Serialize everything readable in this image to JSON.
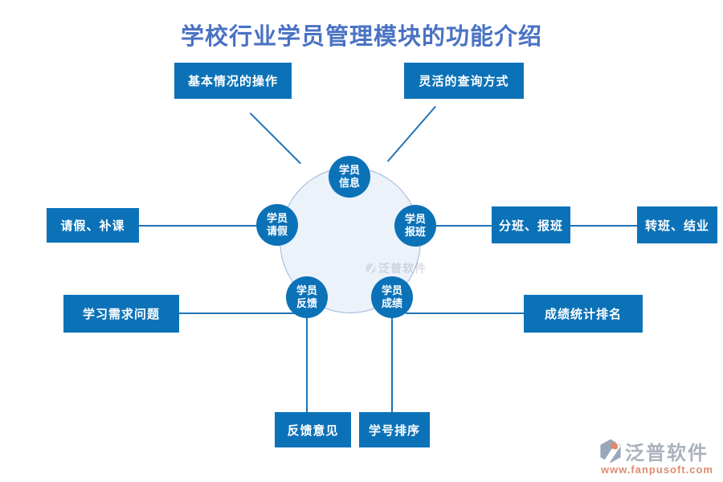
{
  "title": "学校行业学员管理模块的功能介绍",
  "diagram": {
    "hub_nodes": [
      {
        "id": "student-info",
        "line1": "学员",
        "line2": "信息"
      },
      {
        "id": "student-leave",
        "line1": "学员",
        "line2": "请假"
      },
      {
        "id": "student-class",
        "line1": "学员",
        "line2": "报班"
      },
      {
        "id": "student-feedback",
        "line1": "学员",
        "line2": "反馈"
      },
      {
        "id": "student-score",
        "line1": "学员",
        "line2": "成绩"
      }
    ],
    "feature_boxes": {
      "basic_ops": "基本情况的操作",
      "query": "灵活的查询方式",
      "leave_makeup": "请假、补课",
      "class_assign": "分班、报班",
      "transfer_grad": "转班、结业",
      "learning_needs": "学习需求问题",
      "score_rank": "成绩统计排名",
      "feedback_opinion": "反馈意见",
      "id_sort": "学号排序"
    },
    "center_watermark": "泛普软件"
  },
  "branding": {
    "name": "泛普软件",
    "url": "www.fanpusoft.com"
  },
  "colors": {
    "box_blue": "#0C72B8",
    "title_blue": "#4A72C4",
    "hub_fill": "#EBF2FA",
    "hub_border": "#9DB6DC",
    "line_blue": "#2173B6",
    "brand_gray": "#ABB2BD",
    "brand_orange": "#DD8A6E"
  }
}
